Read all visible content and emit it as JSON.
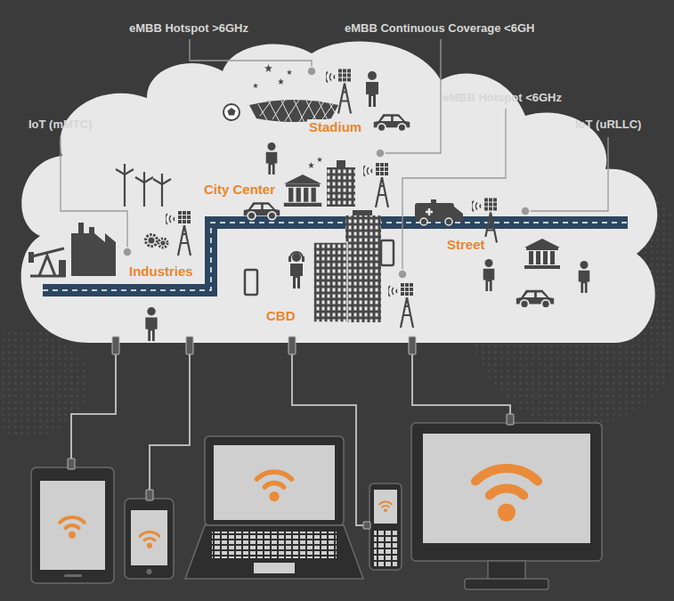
{
  "diagram": {
    "nodes": [
      {
        "text": [
          "Stadium",
          "City Center",
          "Street",
          "Industries",
          "CBD"
        ]
      }
    ],
    "labels": [
      "eMBB Hotspot >6GHz",
      "eMBB Continuous Coverage <6GH",
      "eMBB Hotspot <6GHz",
      "IoT (mMTC)",
      "IoT (uRLLC)"
    ]
  }
}
